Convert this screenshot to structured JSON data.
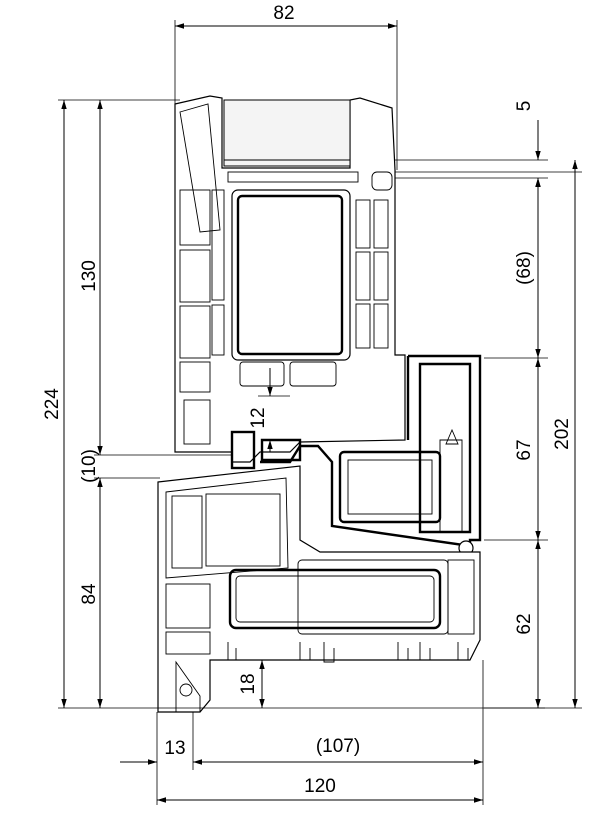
{
  "dimensions": {
    "top_width": "82",
    "overall_height": "224",
    "sash_height": "130",
    "gap": "(10)",
    "frame_height": "84",
    "right_5": "5",
    "right_68": "(68)",
    "right_67": "67",
    "right_62": "62",
    "right_202": "202",
    "inner_12": "12",
    "inner_18": "18",
    "bottom_13": "13",
    "bottom_107": "(107)",
    "bottom_120": "120"
  },
  "colors": {
    "line": "#000000",
    "background": "#ffffff"
  }
}
